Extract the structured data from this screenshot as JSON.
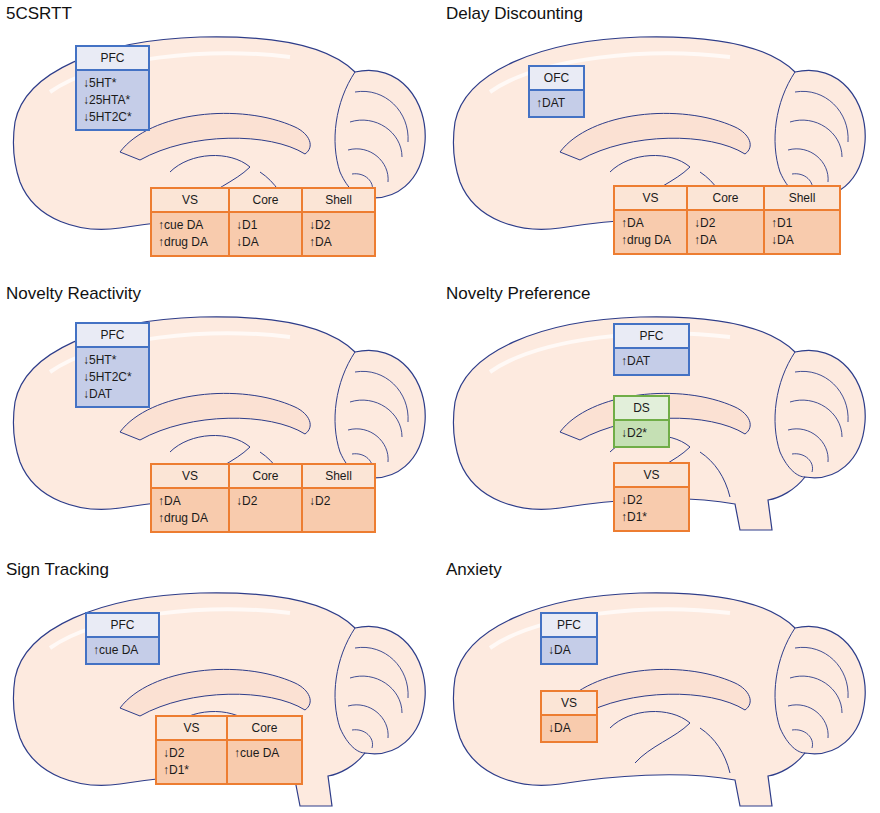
{
  "diagram": {
    "nodes": [
      {
        "text": [
          "PFC",
          "↓5HT*",
          "↓25HTA*",
          "↓5HT2C*"
        ]
      },
      {
        "text": [
          "VS",
          "↑cue DA",
          "↑drug DA"
        ]
      },
      {
        "text": [
          "Core",
          "↓D1",
          "↓DA"
        ]
      },
      {
        "text": [
          "Shell",
          "↓D2",
          "↑DA"
        ]
      },
      {
        "text": [
          "OFC",
          "↑DAT"
        ]
      },
      {
        "text": [
          "VS",
          "↑DA",
          "↑drug DA"
        ]
      },
      {
        "text": [
          "Core",
          "↓D2",
          "↑DA"
        ]
      },
      {
        "text": [
          "Shell",
          "↑D1",
          "↓DA"
        ]
      },
      {
        "text": [
          "PFC",
          "↓5HT*",
          "↓5HT2C*",
          "↓DAT"
        ]
      },
      {
        "text": [
          "VS",
          "↑DA",
          "↑drug DA"
        ]
      },
      {
        "text": [
          "Core",
          "↓D2"
        ]
      },
      {
        "text": [
          "Shell",
          "↓D2"
        ]
      },
      {
        "text": [
          "PFC",
          "↑DAT"
        ]
      },
      {
        "text": [
          "DS",
          "↓D2*"
        ]
      },
      {
        "text": [
          "VS",
          "↓D2",
          "↑D1*"
        ]
      },
      {
        "text": [
          "PFC",
          "↑cue DA"
        ]
      },
      {
        "text": [
          "VS",
          "↓D2",
          "↑D1*"
        ]
      },
      {
        "text": [
          "Core",
          "↑cue DA"
        ]
      },
      {
        "text": [
          "PFC",
          "↓DA"
        ]
      },
      {
        "text": [
          "VS",
          "↓DA"
        ]
      }
    ],
    "labels": [
      "5CSRTT",
      "Delay Discounting",
      "Novelty Reactivity",
      "Novelty Preference",
      "Sign Tracking",
      "Anxiety"
    ]
  }
}
